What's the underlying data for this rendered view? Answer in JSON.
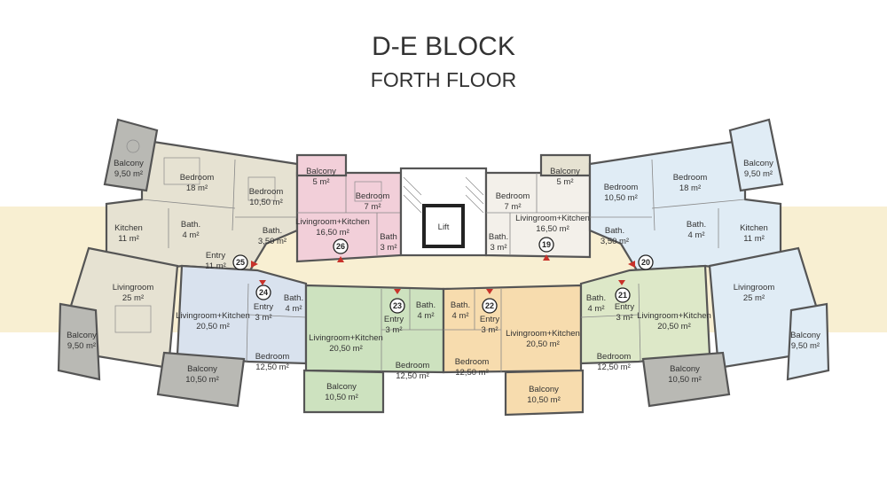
{
  "header": {
    "title": "D-E BLOCK",
    "subtitle": "FORTH FLOOR"
  },
  "colors": {
    "background_band": "#f8efd2",
    "corridor": "#ffffff",
    "unit_beige": "#e6e2d2",
    "unit_blue_left": "#d9e2ee",
    "unit_blue_right": "#e0ecf5",
    "unit_pink": "#f2cfd9",
    "unit_white": "#f3f0ea",
    "unit_green": "#cde2bf",
    "unit_orange": "#f7dcae",
    "unit_lightgreen": "#dde8c8",
    "balcony_gray": "#b9b9b4",
    "marker_red": "#c8322a"
  },
  "core": {
    "lift": "Lift"
  },
  "units": [
    {
      "num": "25",
      "rooms": [
        {
          "name": "Balcony",
          "area": "9,50 m²"
        },
        {
          "name": "Bedroom",
          "area": "18 m²"
        },
        {
          "name": "Bedroom",
          "area": "10,50 m²"
        },
        {
          "name": "Kitchen",
          "area": "11 m²"
        },
        {
          "name": "Bath.",
          "area": "4 m²"
        },
        {
          "name": "Bath.",
          "area": "3,50 m²"
        },
        {
          "name": "Entry",
          "area": "11 m²"
        },
        {
          "name": "Livingroom",
          "area": "25 m²"
        },
        {
          "name": "Balcony",
          "area": "9,50 m²"
        }
      ]
    },
    {
      "num": "26",
      "rooms": [
        {
          "name": "Balcony",
          "area": "5 m²"
        },
        {
          "name": "Bedroom",
          "area": "7 m²"
        },
        {
          "name": "Livingroom+Kitchen",
          "area": "16,50 m²"
        },
        {
          "name": "Bath",
          "area": "3 m²"
        }
      ]
    },
    {
      "num": "19",
      "rooms": [
        {
          "name": "Balcony",
          "area": "5 m²"
        },
        {
          "name": "Bedroom",
          "area": "7 m²"
        },
        {
          "name": "Livingroom+Kitchen",
          "area": "16,50 m²"
        },
        {
          "name": "Bath.",
          "area": "3 m²"
        },
        {
          "name": "Bath.",
          "area": "3,50 m²"
        }
      ]
    },
    {
      "num": "20",
      "rooms": [
        {
          "name": "Balcony",
          "area": "9,50 m²"
        },
        {
          "name": "Bedroom",
          "area": "18 m²"
        },
        {
          "name": "Bedroom",
          "area": "10,50 m²"
        },
        {
          "name": "Bath.",
          "area": "4 m²"
        },
        {
          "name": "Kitchen",
          "area": "11 m²"
        },
        {
          "name": "Livingroom",
          "area": "25 m²"
        },
        {
          "name": "Balcony",
          "area": "9,50 m²"
        }
      ]
    },
    {
      "num": "24",
      "rooms": [
        {
          "name": "Livingroom+Kitchen",
          "area": "20,50 m²"
        },
        {
          "name": "Entry",
          "area": "3 m²"
        },
        {
          "name": "Bath.",
          "area": "4 m²"
        },
        {
          "name": "Bedroom",
          "area": "12,50 m²"
        },
        {
          "name": "Balcony",
          "area": "10,50 m²"
        }
      ]
    },
    {
      "num": "23",
      "rooms": [
        {
          "name": "Livingroom+Kitchen",
          "area": "20,50 m²"
        },
        {
          "name": "Entry",
          "area": "3 m²"
        },
        {
          "name": "Bath.",
          "area": "4 m²"
        },
        {
          "name": "Bedroom",
          "area": "12,50 m²"
        },
        {
          "name": "Balcony",
          "area": "10,50 m²"
        }
      ]
    },
    {
      "num": "22",
      "rooms": [
        {
          "name": "Bath.",
          "area": "4 m²"
        },
        {
          "name": "Entry",
          "area": "3 m²"
        },
        {
          "name": "Livingroom+Kitchen",
          "area": "20,50 m²"
        },
        {
          "name": "Bedroom",
          "area": "12,50 m²"
        },
        {
          "name": "Balcony",
          "area": "10,50 m²"
        }
      ]
    },
    {
      "num": "21",
      "rooms": [
        {
          "name": "Bath.",
          "area": "4 m²"
        },
        {
          "name": "Entry",
          "area": "3 m²"
        },
        {
          "name": "Livingroom+Kitchen",
          "area": "20,50 m²"
        },
        {
          "name": "Bedroom",
          "area": "12,50 m²"
        },
        {
          "name": "Balcony",
          "area": "10,50 m²"
        }
      ]
    }
  ]
}
